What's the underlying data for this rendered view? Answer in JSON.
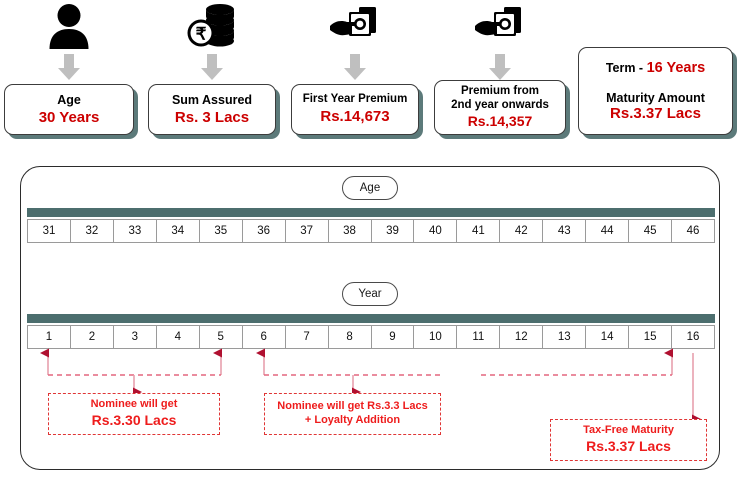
{
  "summary_cards": [
    {
      "icon": "person-icon",
      "label": "Age",
      "value": "30 Years"
    },
    {
      "icon": "coins-rupee-icon",
      "label": "Sum Assured",
      "value": "Rs. 3 Lacs"
    },
    {
      "icon": "hand-cash-icon",
      "label": "First Year Premium",
      "value": "Rs.14,673"
    },
    {
      "icon": "hand-cash-icon",
      "label": "Premium from",
      "label2": "2nd year onwards",
      "value": "Rs.14,357"
    }
  ],
  "term_card": {
    "term_label": "Term  - ",
    "term_value": "16 Years",
    "maturity_label": "Maturity Amount",
    "maturity_value": "Rs.3.37 Lacs"
  },
  "timeline": {
    "age_pill": "Age",
    "year_pill": "Year",
    "age_values": [
      "31",
      "32",
      "33",
      "34",
      "35",
      "36",
      "37",
      "38",
      "39",
      "40",
      "41",
      "42",
      "43",
      "44",
      "45",
      "46"
    ],
    "year_values": [
      "1",
      "2",
      "3",
      "4",
      "5",
      "6",
      "7",
      "8",
      "9",
      "10",
      "11",
      "12",
      "13",
      "14",
      "15",
      "16"
    ],
    "marked_years": [
      1,
      5,
      6,
      16
    ]
  },
  "callouts": [
    {
      "line1": "Nominee will get",
      "line2": "Rs.3.30 Lacs",
      "from_years": [
        1,
        5
      ]
    },
    {
      "line1": "Nominee will get Rs.3.3 Lacs",
      "line2": "+ Loyalty Addition",
      "from_years": [
        6
      ]
    },
    {
      "line1": "Tax-Free Maturity",
      "line2": "Rs.3.37 Lacs",
      "from_years": [
        16
      ]
    }
  ],
  "colors": {
    "accent_red": "#cc0000",
    "callout_red": "#ee1c1c",
    "teal_bar": "#4c6e6e",
    "shadow": "#5c7a7a"
  }
}
